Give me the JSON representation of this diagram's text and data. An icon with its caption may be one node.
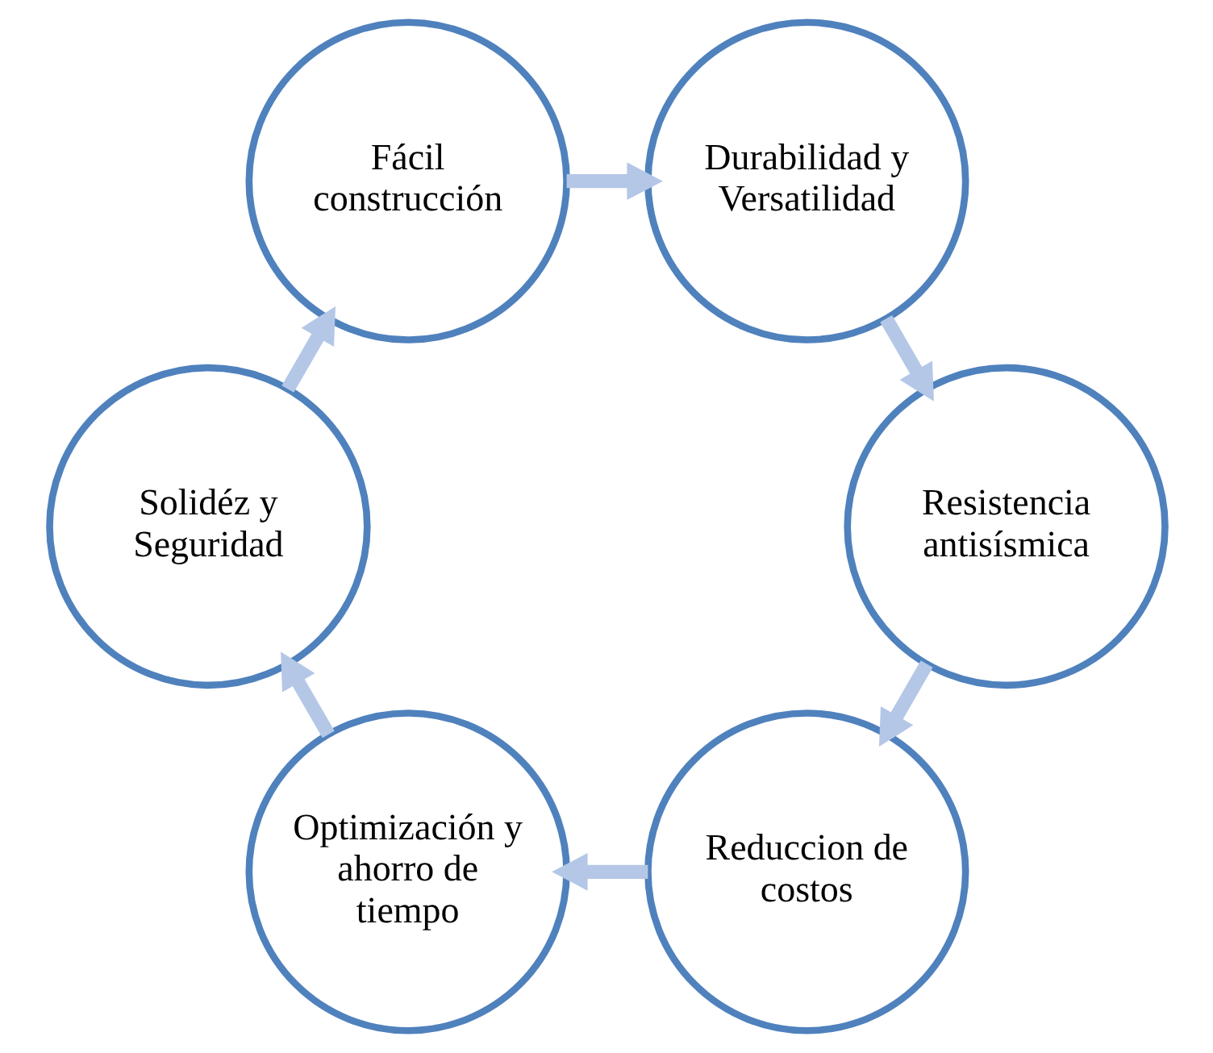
{
  "diagram": {
    "nodes": [
      {
        "text": [
          "Reduccion de costos"
        ]
      },
      {
        "text": [
          "Optimización y ahorro de tiempo"
        ]
      },
      {
        "text": [
          "Solidéz y Seguridad"
        ]
      },
      {
        "text": [
          "Fácil construcción"
        ]
      },
      {
        "text": [
          "Durabilidad y Versatilidad"
        ]
      },
      {
        "text": [
          "Resistencia antisísmica"
        ]
      }
    ],
    "edges": [
      {
        "from": 0,
        "to": 1,
        "arrow": "to"
      },
      {
        "from": 1,
        "to": 2,
        "arrow": "to"
      },
      {
        "from": 2,
        "to": 3,
        "arrow": "to"
      },
      {
        "from": 3,
        "to": 4,
        "arrow": "to"
      },
      {
        "from": 4,
        "to": 5,
        "arrow": "to"
      },
      {
        "from": 5,
        "to": 0,
        "arrow": "to"
      }
    ]
  }
}
